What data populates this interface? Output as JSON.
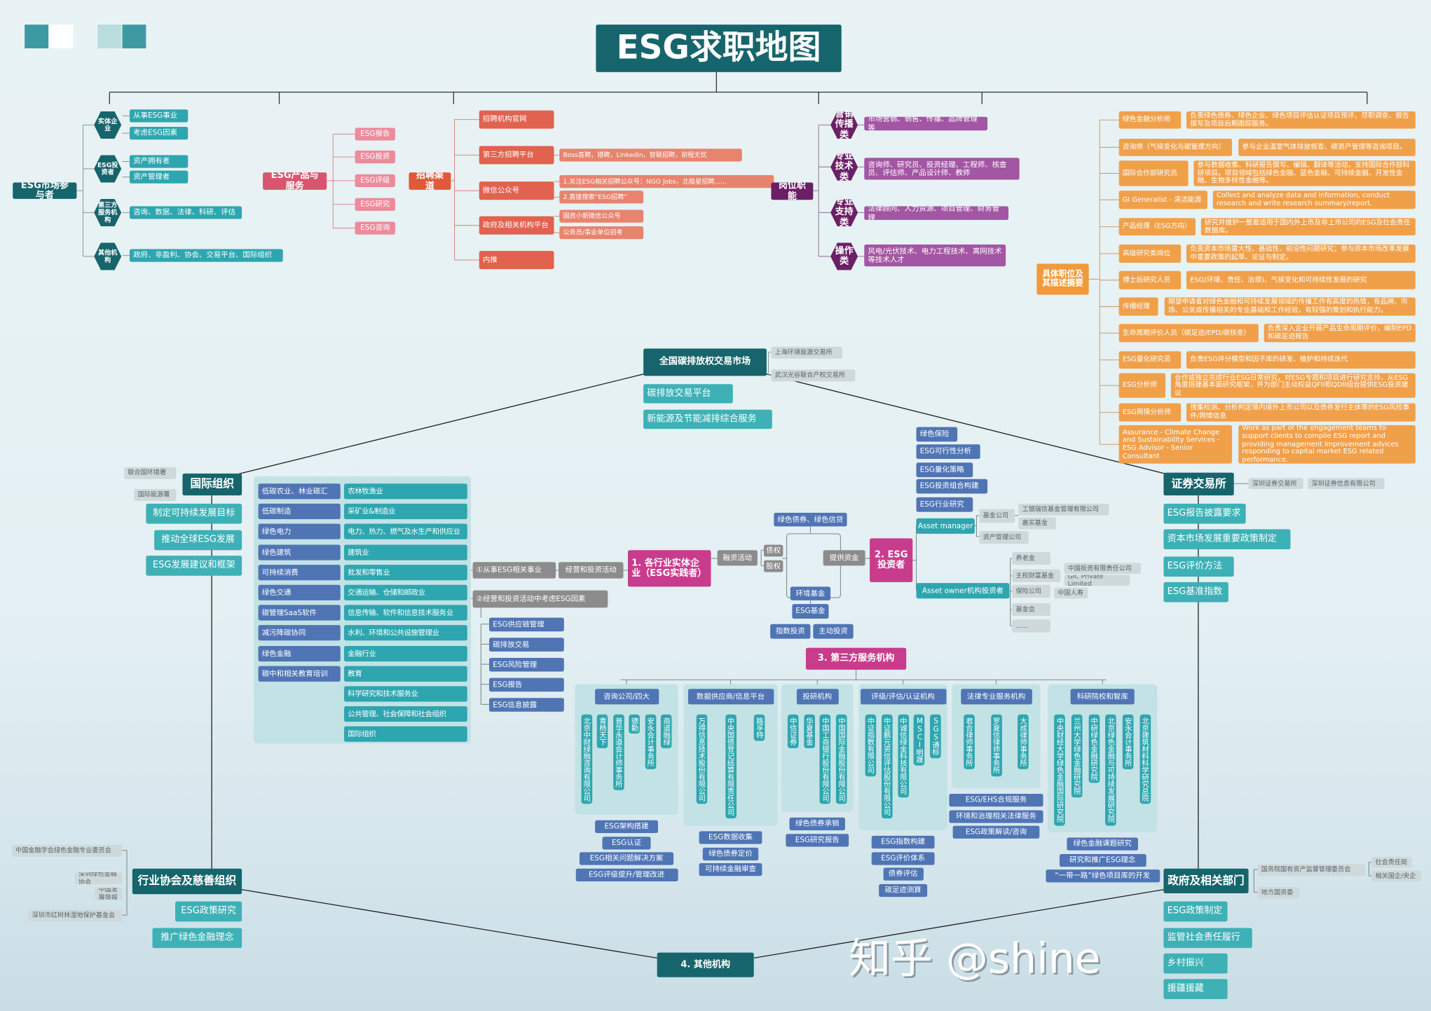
{
  "title": "ESG求职地图",
  "watermark": "知乎 @shine",
  "colors": {
    "dark_teal": "#17656c",
    "teal": "#2ea6b0",
    "pink": "#d9556f",
    "red": "#e2583b",
    "purple": "#6b1f66",
    "orange": "#f09a3b",
    "blue": "#4f75b5",
    "magenta": "#c93b8c",
    "gray": "#8c8c8c"
  },
  "market_participants": {
    "label": "ESG市场参与者",
    "groups": [
      {
        "label": "实体企业",
        "items": [
          "从事ESG事业",
          "考虑ESG因素"
        ]
      },
      {
        "label": "ESG投资者",
        "items": [
          "资产拥有者",
          "资产管理者"
        ]
      },
      {
        "label": "第三方服务机构",
        "items": [
          "咨询、数据、法律、科研、评估"
        ]
      },
      {
        "label": "其他机构",
        "items": [
          "政府、非盈利、协会、交易平台、国际组织"
        ]
      }
    ]
  },
  "products_services": {
    "label": "ESG产品与服务",
    "items": [
      "ESG报告",
      "ESG投资",
      "ESG评级",
      "ESG研究",
      "ESG咨询"
    ]
  },
  "recruitment": {
    "label": "招聘渠道",
    "channels": [
      {
        "label": "招聘机构官网",
        "details": []
      },
      {
        "label": "第三方招聘平台",
        "details": [
          "Boss直聘，猎聘，Linkedin，智联招聘，前程无忧"
        ]
      },
      {
        "label": "微信公众号",
        "details": [
          "1.关注ESG相关招聘公众号：NGO Jobs，北极星招聘......",
          "2.直接搜索“ESG招聘”"
        ]
      },
      {
        "label": "政府及相关机构平台",
        "details": [
          "国资小新微信公众号",
          "公务员/事业单位招考"
        ]
      },
      {
        "label": "内推",
        "details": []
      }
    ]
  },
  "job_functions": {
    "label": "岗位职能",
    "groups": [
      {
        "label": "营销传播类",
        "desc": "市场营销、销售、传播、品牌管理等"
      },
      {
        "label": "专业技术类",
        "desc": "咨询师、研究员、投资经理、工程师、核查员、评估师、产品设计师、教师"
      },
      {
        "label": "专业支持类",
        "desc": "法律顾问、人力资源、项目管理、财务管理"
      },
      {
        "label": "操作类",
        "desc": "风电/光伏技术、电力工程技术、离网技术等技术人才"
      }
    ]
  },
  "positions": {
    "label": "具体职位及其描述摘要",
    "items": [
      {
        "title": "绿色金融分析师",
        "desc": "负责绿色债券、绿色企业、绿色项目评估认证项目预评、尽职调查、报告撰写及项目后期跟踪服务。"
      },
      {
        "title": "咨询师（气候变化与碳管理方向）",
        "desc": "参与企业温室气体排放核查、碳资产管理等咨询项目。"
      },
      {
        "title": "国际合作部研究员",
        "desc": "参与数据收集、科研报告撰写、编辑、翻译等活动，支持国际合作部科研项目。项目领域包括绿色金融、蓝色金融、可持续金融、开发性金融、生物多样性金融等。"
      },
      {
        "title": "GI Generalist - 清洁能源",
        "desc": "Collect and analyze data and information, conduct research and write research summary/report."
      },
      {
        "title": "产品经理（ESG方向）",
        "desc": "研究并维护一整套适用于国内外上市及非上市公司的ESG及社会责任数据库。"
      },
      {
        "title": "高级研究类岗位",
        "desc": "负责资本市场重大性、基础性、前沿性问题研究；参与资本市场改革发展中重要政策的起草、论证与制定。"
      },
      {
        "title": "博士后研究人员",
        "desc": "ESG(环境、责任、治理)、气候变化和可持续性发展的研究"
      },
      {
        "title": "传播经理",
        "desc": "期望申请者对绿色金融和可持续发展领域的传播工作有高度的热情，有品牌、市场、公关或传播相关的专业基础和工作经验，有较强的策划和执行能力。"
      },
      {
        "title": "生命周期评价人员（碳足迹/EPD/碳核查）",
        "desc": "负责深入企业开展产品生命周期评价，编制EPD和碳足迹报告"
      },
      {
        "title": "ESG量化研究员",
        "desc": "负责ESG评分模型和因子库的研发、维护和持续迭代"
      },
      {
        "title": "ESG分析师",
        "desc": "合作或独立完成行业ESG日常研究，对ESG专题和项目进行研究支持，从ESG角度搭建基本面研究框架，并为部门主动权益QFII和QDII组合提供ESG投资建议"
      },
      {
        "title": "ESG舆情分析师",
        "desc": "搜集检测、分析判定境内境外上市公司以及债券发行主体等的ESG风险事件/舆情信息"
      },
      {
        "title": "Assurance - Climate Change and Sustainability Services - ESG Advisor - Senior Consultant",
        "desc": "Work as part of the engagement teams to support clients to compile ESG report and providing management improvement advices responding to capital market ESG related performance."
      }
    ]
  },
  "carbon_market": {
    "label": "全国碳排放权交易市场",
    "exchanges": [
      "上海环境能源交易所",
      "武汉光谷联合产权交易所"
    ],
    "items": [
      "碳排放交易平台",
      "新能源及节能减排综合服务"
    ]
  },
  "intl_org": {
    "label": "国际组织",
    "members": [
      "联合国环境署",
      "国际能源署"
    ],
    "items": [
      "制定可持续发展目标",
      "推动全球ESG发展",
      "ESG发展建议和框架"
    ]
  },
  "industries": {
    "sectors": [
      "低碳农业、林业碳汇",
      "低碳制造",
      "绿色电力",
      "绿色建筑",
      "可持续消费",
      "绿色交通",
      "碳管理SaaS软件",
      "减污降碳协同",
      "绿色金融",
      "碳中和相关教育培训"
    ],
    "industries": [
      "农林牧渔业",
      "采矿业&制造业",
      "电力、热力、燃气及水生产和供应业",
      "建筑业",
      "批发和零售业",
      "交通运输、仓储和邮政业",
      "信息传输、软件和信息技术服务业",
      "水利、环境和公共设施管理业",
      "金融行业",
      "教育",
      "科学研究和技术服务业",
      "公共管理、社会保障和社会组织",
      "国际组织"
    ]
  },
  "enterprise": {
    "label": "1. 各行业实体企业（ESG实践者）",
    "activity": "经营和投资活动",
    "paths": [
      "①从事ESG相关事业",
      "②经营和投资活动中考虑ESG因素"
    ],
    "esg_items": [
      "ESG供应链管理",
      "碳排放交易",
      "ESG风险管理",
      "ESG报告",
      "ESG信息披露"
    ]
  },
  "financing": {
    "label": "融资活动",
    "types": [
      "债权",
      "股权"
    ],
    "products": "绿色债券、绿色信贷",
    "provide": "提供资金",
    "funds": [
      "环境基金",
      "ESG基金"
    ],
    "strategies": [
      "指数投资",
      "主动投资"
    ]
  },
  "investor": {
    "label": "2. ESG投资者",
    "services": [
      "绿色保险",
      "ESG可行性分析",
      "ESG量化策略",
      "ESG投资组合构建",
      "ESG行业研究"
    ],
    "asset_manager": {
      "label": "Asset manager",
      "fund_company": "基金公司",
      "fund_examples": [
        "工银瑞信基金管理有限公司",
        "嘉实基金"
      ],
      "am_company": "资产管理公司"
    },
    "asset_owner": {
      "label": "Asset owner机构投资者",
      "types": [
        "养老金",
        "主权财富基金",
        "保险公司",
        "基金会",
        "......"
      ],
      "swf_examples": [
        "中国投资有限责任公司",
        "GIC Private Limited"
      ],
      "insurer_examples": [
        "中国人寿"
      ]
    }
  },
  "third_party": {
    "label": "3. 第三方服务机构",
    "categories": [
      {
        "label": "咨询公司/四大",
        "orgs": [
          "北京中财绿融咨询有限公司",
          "青杨天下",
          "普华永道会计师事务所",
          "德勤",
          "安永会计事务所",
          "商道融绿"
        ],
        "services": [
          "ESG架构搭建",
          "ESG认证",
          "ESG相关问题解决方案",
          "ESG评级提升/管理改进"
        ]
      },
      {
        "label": "数据供应商/信息平台",
        "orgs": [
          "万得信息技术股份有限公司",
          "中央国债登记结算有限责任公司",
          "路孚特"
        ],
        "services": [
          "ESG数据收集",
          "绿色债券定价",
          "可持续金融审查"
        ]
      },
      {
        "label": "投研机构",
        "orgs": [
          "中信证券",
          "华夏基金",
          "中国工商银行股份有限公司",
          "中国国际金融股份有限公司"
        ],
        "services": [
          "绿色债券承销",
          "ESG研究报告"
        ]
      },
      {
        "label": "评级/评估/认证机构",
        "orgs": [
          "中证指数有限公司",
          "中证鹏元资信评估股份有限公司",
          "中诚信绿金科技有限公司",
          "MSCI明晟",
          "SGS通标"
        ],
        "services": [
          "ESG指数构建",
          "ESG评价体系",
          "债券评估",
          "碳足迹测算"
        ]
      },
      {
        "label": "法律专业服务机构",
        "orgs": [
          "君合律师事务所",
          "罗夏信律师事务所",
          "大成律师事务所"
        ],
        "services": [
          "ESG/EHS合规服务",
          "环境和治理相关法律服务",
          "ESG政策解读/咨询"
        ]
      },
      {
        "label": "科研院校和智库",
        "orgs": [
          "中央财经大学绿色金融国际研究院",
          "兰州大学绿色金融研究院",
          "中研绿色金融研究院",
          "北京绿色金融与可持续发展研究院",
          "安永会计事务所",
          "北京建筑材料科学研究总院"
        ],
        "services": [
          "绿色金融课题研究",
          "研究和推广ESG理念",
          "“一带一路”绿色项目库的开发"
        ]
      }
    ]
  },
  "stock_exchange": {
    "label": "证券交易所",
    "orgs": [
      "深圳证券交易所",
      "深圳证券信息有限公司"
    ],
    "items": [
      "ESG报告披露要求",
      "资本市场发展重要政策制定",
      "ESG评价方法",
      "ESG基准指数"
    ]
  },
  "government": {
    "label": "政府及相关部门",
    "orgs": [
      "国务院国有资产监督管理委员会",
      "地方国资委"
    ],
    "sub_orgs": [
      "社会责任局",
      "相关国企/央企"
    ],
    "items": [
      "ESG政策制定",
      "监管社会责任履行",
      "乡村振兴",
      "援疆援藏"
    ]
  },
  "associations": {
    "label": "行业协会及慈善组织",
    "members": [
      "中国金融学会绿色金融专业委员会",
      "深圳绿色金融协会",
      "中国发展简报",
      "深圳市红树林湿地保护基金会"
    ],
    "items": [
      "ESG政策研究",
      "推广绿色金融理念"
    ]
  },
  "other_orgs": {
    "label": "4. 其他机构"
  }
}
